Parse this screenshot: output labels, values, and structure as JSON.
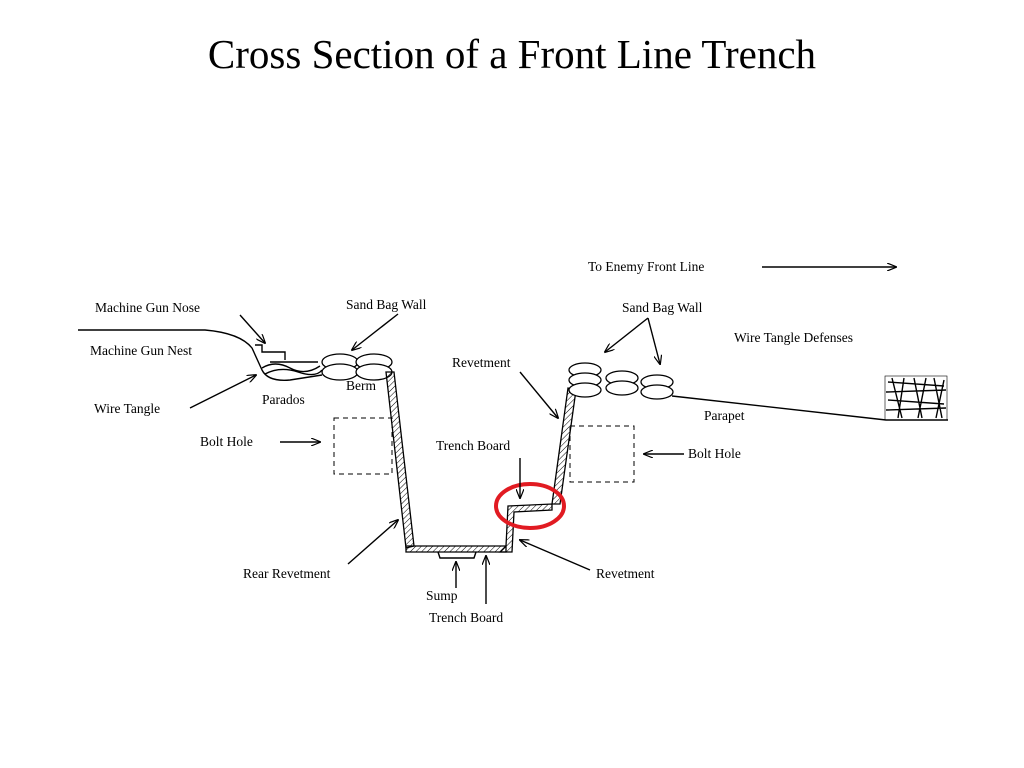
{
  "title": "Cross Section of a Front Line Trench",
  "labels": {
    "to_enemy": "To Enemy Front Line",
    "mg_nose": "Machine Gun Nose",
    "mg_nest": "Machine Gun Nest",
    "wire_tangle": "Wire Tangle",
    "parados": "Parados",
    "berm": "Berm",
    "sand_bag_wall_left": "Sand Bag Wall",
    "sand_bag_wall_right": "Sand Bag Wall",
    "wire_defenses": "Wire Tangle Defenses",
    "revetment_top": "Revetment",
    "parapet": "Parapet",
    "bolt_hole_left": "Bolt Hole",
    "bolt_hole_right": "Bolt Hole",
    "trench_board_top": "Trench Board",
    "rear_revetment": "Rear Revetment",
    "revetment_bottom": "Revetment",
    "sump": "Sump",
    "trench_board_bottom": "Trench Board"
  },
  "highlight_color": "#e11b22"
}
